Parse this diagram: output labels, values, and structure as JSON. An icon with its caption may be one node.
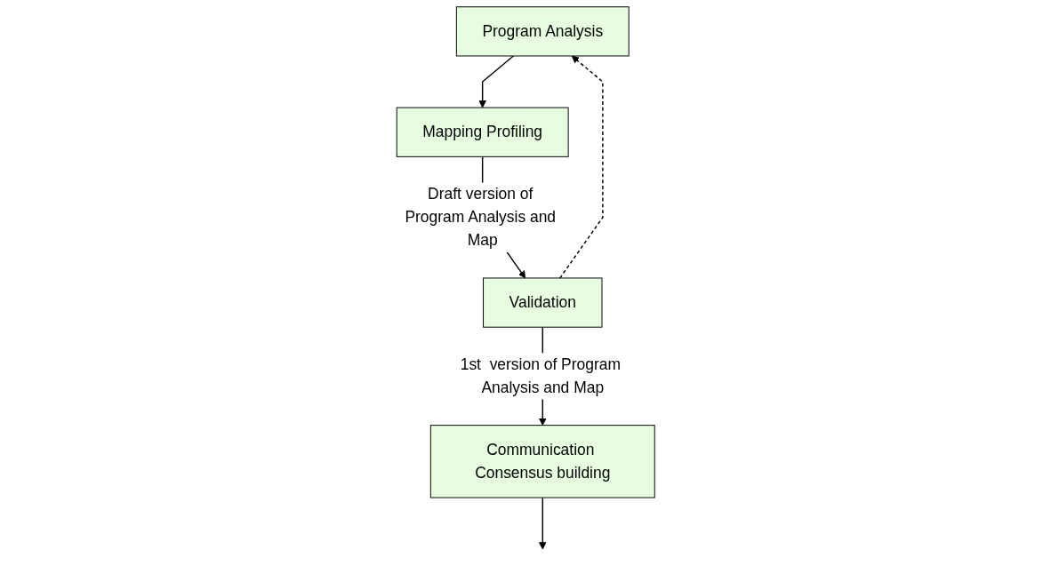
{
  "diagram": {
    "nodes": [
      {
        "text": [
          "Program Analysis"
        ]
      },
      {
        "text": [
          "Mapping Profiling"
        ]
      },
      {
        "text": [
          "Validation"
        ]
      },
      {
        "text": [
          "Communication Consensus building"
        ]
      }
    ],
    "edges": [
      {
        "from": 0,
        "to": 1,
        "arrow": "to"
      },
      {
        "from": 1,
        "to": 2,
        "arrow": "to",
        "label": "Draft version of Program Analysis and Map"
      },
      {
        "from": 2,
        "to": 3,
        "arrow": "to",
        "label": "1st  version of Program Analysis and Map"
      },
      {
        "from": 3,
        "to": null,
        "arrow": "to"
      },
      {
        "from": 2,
        "to": 0,
        "arrow": "to",
        "style": "dashed"
      }
    ]
  }
}
